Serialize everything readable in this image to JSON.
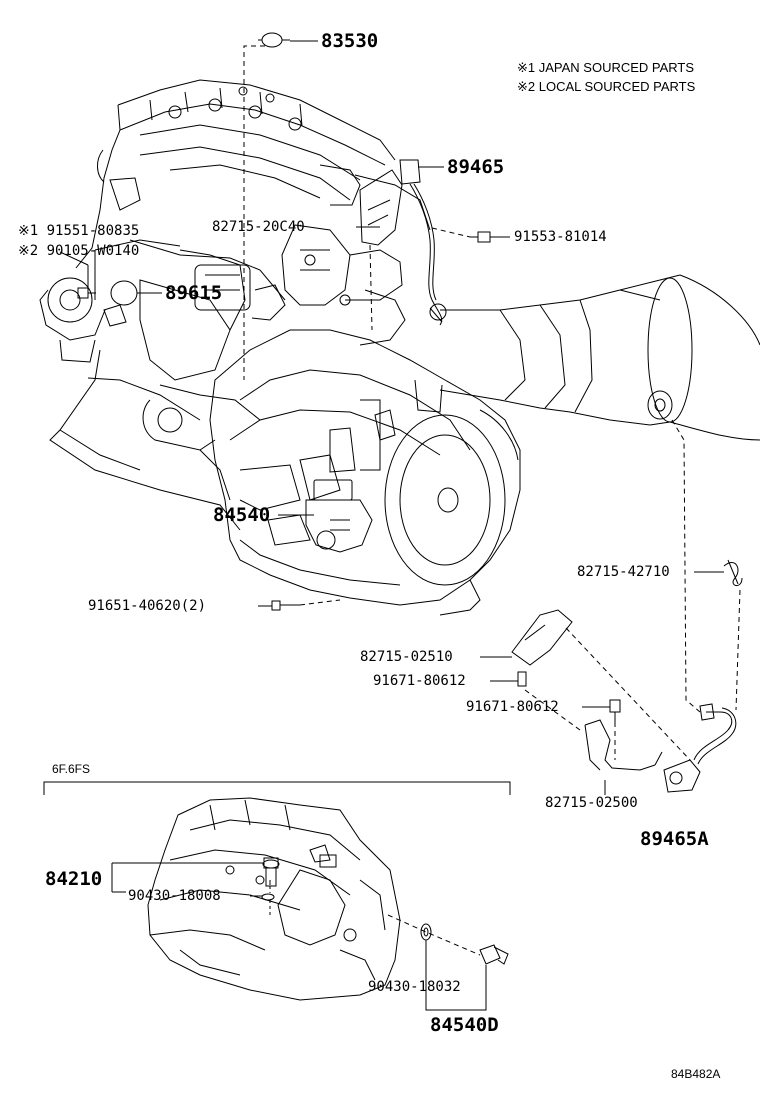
{
  "notes": {
    "note1": "※1 JAPAN SOURCED PARTS",
    "note2": "※2 LOCAL SOURCED PARTS"
  },
  "section_label": "6F.6FS",
  "figure_id": "84B482A",
  "parts": {
    "p83530": "83530",
    "p89465": "89465",
    "p82715_20C40": "82715-20C40",
    "p91553_81014": "91553-81014",
    "p91551_80835": "※1 91551-80835",
    "p90105_W0140": "※2 90105-W0140",
    "p89615": "89615",
    "p84540": "84540",
    "p91651_40620": "91651-40620(2)",
    "p82715_42710": "82715-42710",
    "p82715_02510": "82715-02510",
    "p91671_80612_a": "91671-80612",
    "p91671_80612_b": "91671-80612",
    "p82715_02500": "82715-02500",
    "p89465A": "89465A",
    "p84210": "84210",
    "p90430_18008": "90430-18008",
    "p90430_18032": "90430-18032",
    "p84540D": "84540D"
  }
}
